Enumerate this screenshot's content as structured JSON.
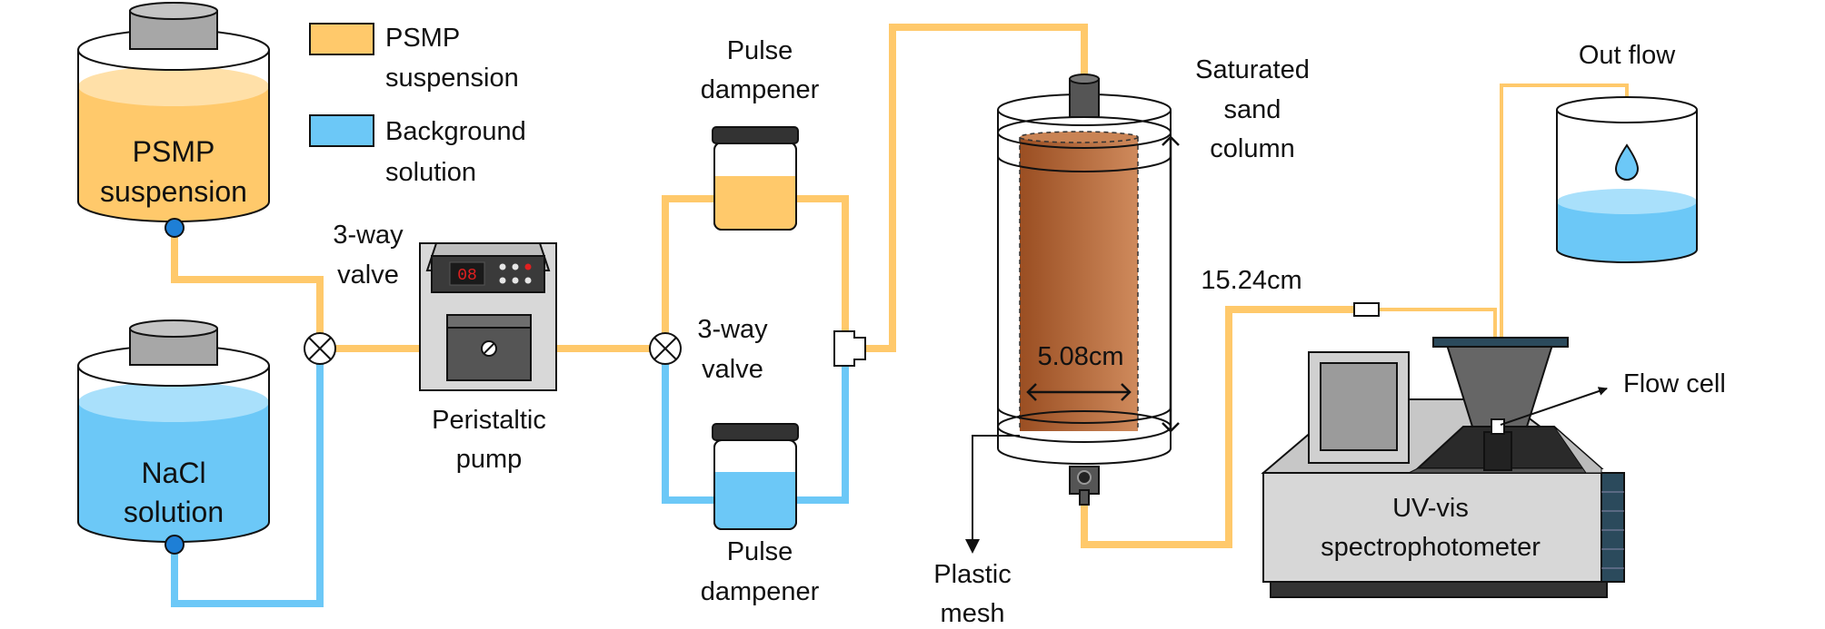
{
  "colors": {
    "psmp_tube": "#ffc96b",
    "background_tube": "#6cc8f7",
    "psmp_liquid": "#ffc96b",
    "nacl_liquid": "#6cc8f7",
    "column_sand": "#b8693a",
    "pump_body": "#d8d8d8",
    "spectro_body": "#d7d7d7"
  },
  "legend": {
    "psmp_label": [
      "PSMP",
      "suspension"
    ],
    "background_label": [
      "Background",
      "solution"
    ]
  },
  "tanks": {
    "psmp_label": [
      "PSMP",
      "suspension"
    ],
    "nacl_label": [
      "NaCl",
      "solution"
    ]
  },
  "valves": {
    "valve1_label": [
      "3-way",
      "valve"
    ],
    "valve2_label": [
      "3-way",
      "valve"
    ]
  },
  "pump": {
    "display": "08",
    "label": [
      "Peristaltic",
      "pump"
    ]
  },
  "dampeners": {
    "top_label": [
      "Pulse",
      "dampener"
    ],
    "bottom_label": [
      "Pulse",
      "dampener"
    ]
  },
  "column": {
    "label": [
      "Saturated",
      "sand",
      "column"
    ],
    "height_label": "15.24cm",
    "diameter_label": "5.08cm",
    "mesh_label": [
      "Plastic",
      "mesh"
    ]
  },
  "outflow": {
    "label": "Out flow"
  },
  "spectro": {
    "label": [
      "UV-vis",
      "spectrophotometer"
    ],
    "flow_cell_label": "Flow cell"
  }
}
